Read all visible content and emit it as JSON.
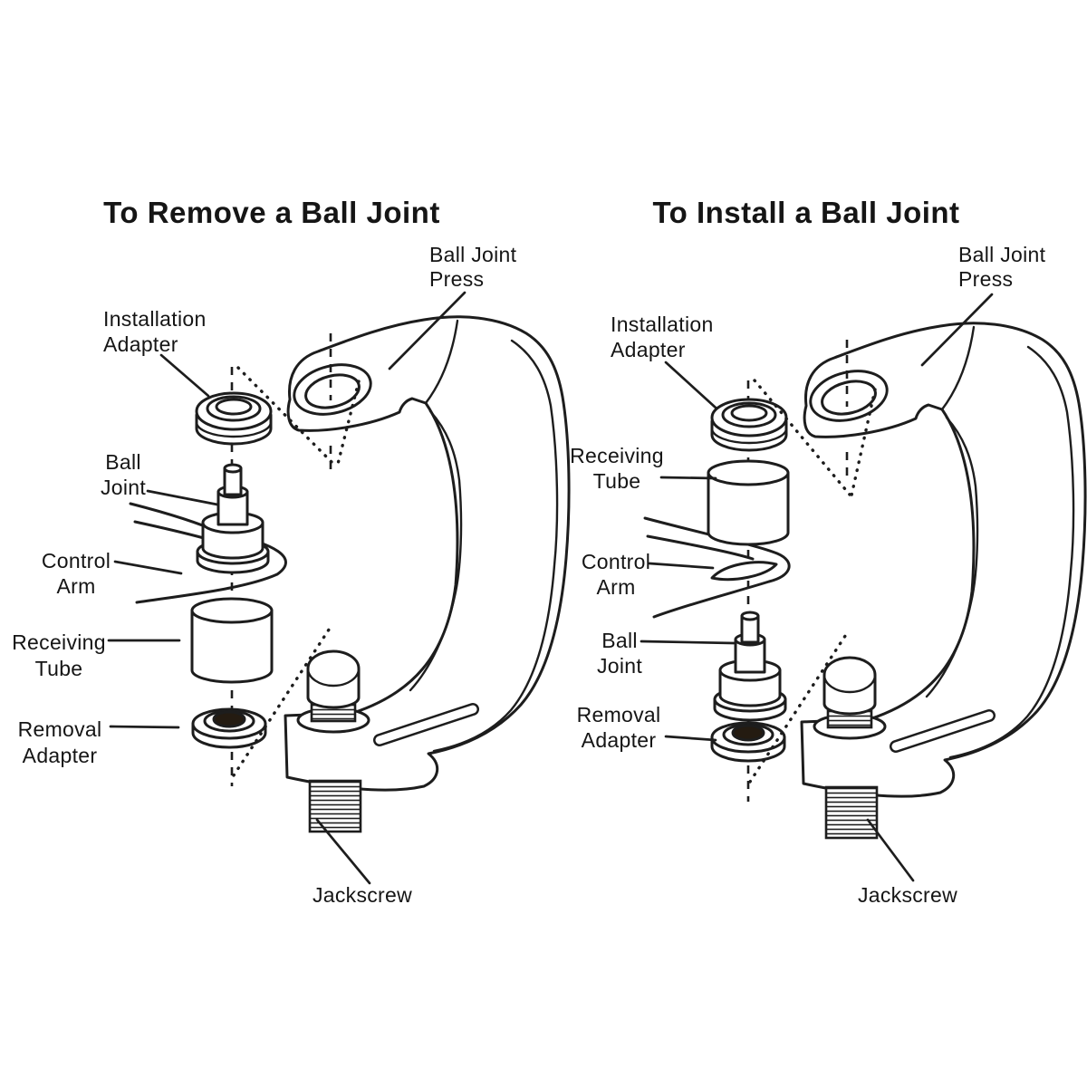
{
  "colors": {
    "background": "#ffffff",
    "line": "#1d1d1d",
    "adapter_center_fill": "#241b11"
  },
  "left": {
    "title": "To Remove a Ball Joint",
    "labels": {
      "ball_joint_press": [
        "Ball Joint",
        "Press"
      ],
      "installation_adapter": [
        "Installation",
        "Adapter"
      ],
      "ball_joint": [
        "Ball",
        "Joint"
      ],
      "control_arm": [
        "Control",
        "Arm"
      ],
      "receiving_tube": [
        "Receiving",
        "Tube"
      ],
      "removal_adapter": [
        "Removal",
        "Adapter"
      ],
      "jackscrew": "Jackscrew"
    }
  },
  "right": {
    "title": "To Install a Ball Joint",
    "labels": {
      "ball_joint_press": [
        "Ball Joint",
        "Press"
      ],
      "installation_adapter": [
        "Installation",
        "Adapter"
      ],
      "receiving_tube": [
        "Receiving",
        "Tube"
      ],
      "control_arm": [
        "Control",
        "Arm"
      ],
      "ball_joint": [
        "Ball",
        "Joint"
      ],
      "removal_adapter": [
        "Removal",
        "Adapter"
      ],
      "jackscrew": "Jackscrew"
    }
  }
}
